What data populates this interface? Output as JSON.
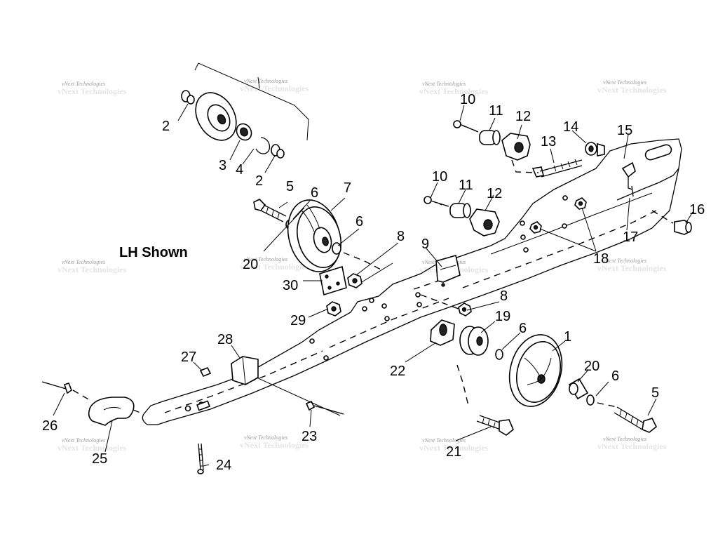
{
  "caption": "LH Shown",
  "watermark": "vNext Technologies",
  "part_labels": [
    "1",
    "2",
    "2",
    "3",
    "4",
    "5",
    "5",
    "6",
    "6",
    "6",
    "6",
    "7",
    "8",
    "8",
    "9",
    "10",
    "10",
    "11",
    "11",
    "12",
    "12",
    "13",
    "14",
    "15",
    "16",
    "17",
    "18",
    "19",
    "20",
    "20",
    "21",
    "22",
    "23",
    "24",
    "25",
    "26",
    "27",
    "28",
    "29",
    "30"
  ],
  "colors": {
    "line": "#000000",
    "background": "#ffffff",
    "watermark": "#9a9a9a"
  }
}
